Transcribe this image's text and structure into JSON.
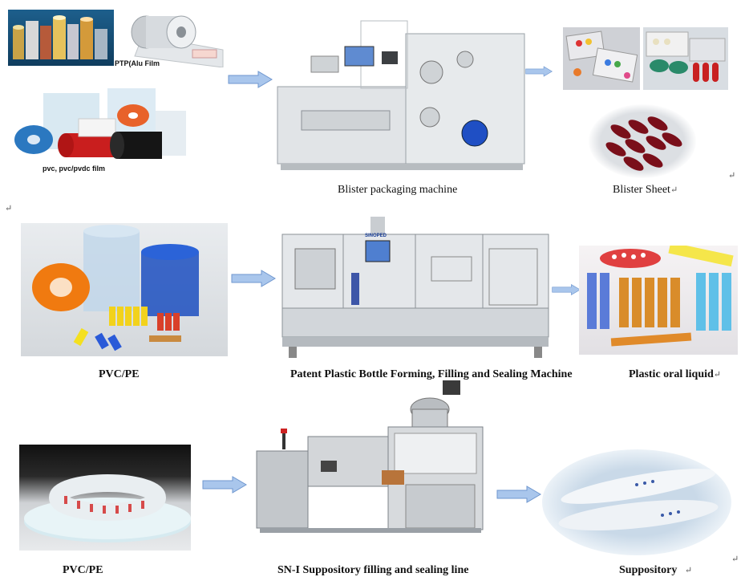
{
  "colors": {
    "arrow_fill": "#a9c6ec",
    "arrow_stroke": "#6f97cf",
    "steel": "#d6d9dc",
    "steel_dark": "#9aa1a7"
  },
  "row1": {
    "film_tag_1": "PTP(Alu Film",
    "film_tag_2": "pvc, pvc/pvdc film",
    "machine_label": "Blister packaging machine",
    "product_label": "Blister Sheet",
    "product_mark": "↵",
    "right_mark": "↵"
  },
  "row_break_mark": "↵",
  "row2": {
    "material_label": "PVC/PE",
    "machine_label": "Patent Plastic Bottle Forming, Filling and Sealing Machine",
    "machine_brand": "SINOPED",
    "product_label": "Plastic oral liquid",
    "product_mark": "↵"
  },
  "row3": {
    "material_label": "PVC/PE",
    "machine_label": "SN-I Suppository filling and sealing line",
    "product_label": "Suppository",
    "product_mark": "↵",
    "right_mark": "↵"
  }
}
